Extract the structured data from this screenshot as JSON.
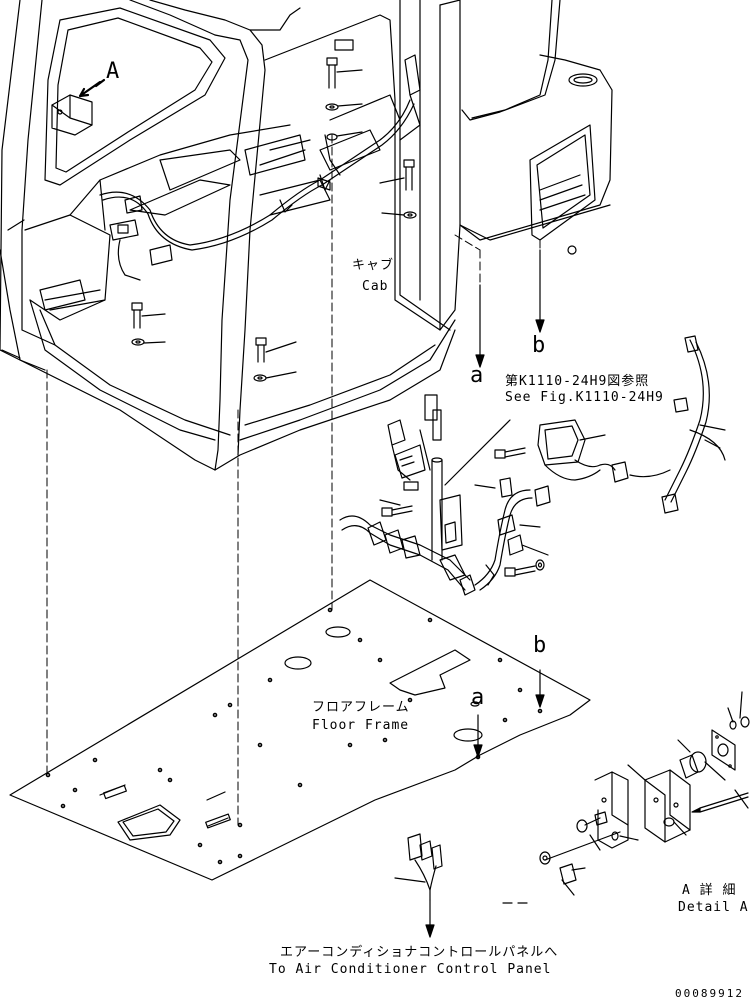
{
  "labels": {
    "cab_jp": "キャブ",
    "cab_en": "Cab",
    "floor_jp": "フロアフレーム",
    "floor_en": "Floor Frame",
    "ref_jp": "第K1110-24H9図参照",
    "ref_en": "See Fig.K1110-24H9",
    "ac_jp": "エアーコンディショナコントロールパネルへ",
    "ac_en": "To Air Conditioner Control Panel",
    "detail_jp": "A 詳 細",
    "detail_en": "Detail A",
    "view_a": "A",
    "a1": "a",
    "a2": "a",
    "b1": "b",
    "b2": "b",
    "drawing_no": "00089912"
  }
}
